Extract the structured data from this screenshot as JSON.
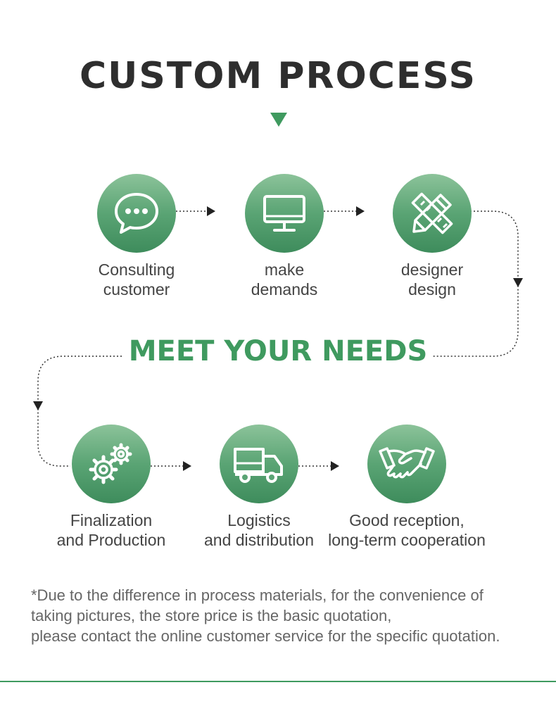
{
  "title": "CUSTOM PROCESS",
  "tagline": "MEET YOUR NEEDS",
  "steps": [
    {
      "icon": "chat-bubble-icon",
      "label": "Consulting\ncustomer"
    },
    {
      "icon": "monitor-icon",
      "label": "make\ndemands"
    },
    {
      "icon": "pencil-ruler-icon",
      "label": "designer\ndesign"
    },
    {
      "icon": "gears-icon",
      "label": "Finalization\nand Production"
    },
    {
      "icon": "delivery-truck-icon",
      "label": "Logistics\nand distribution"
    },
    {
      "icon": "handshake-icon",
      "label": "Good reception,\nlong-term cooperation"
    }
  ],
  "note": {
    "line1": "*Due to the difference in process materials, for the convenience of",
    "line2": "taking pictures, the store price is the basic quotation,",
    "line3": "please contact the online customer service for the specific quotation."
  },
  "colors": {
    "accent": "#3f9a5f",
    "title": "#2e2e2e",
    "text": "#444444",
    "note": "#666666"
  }
}
